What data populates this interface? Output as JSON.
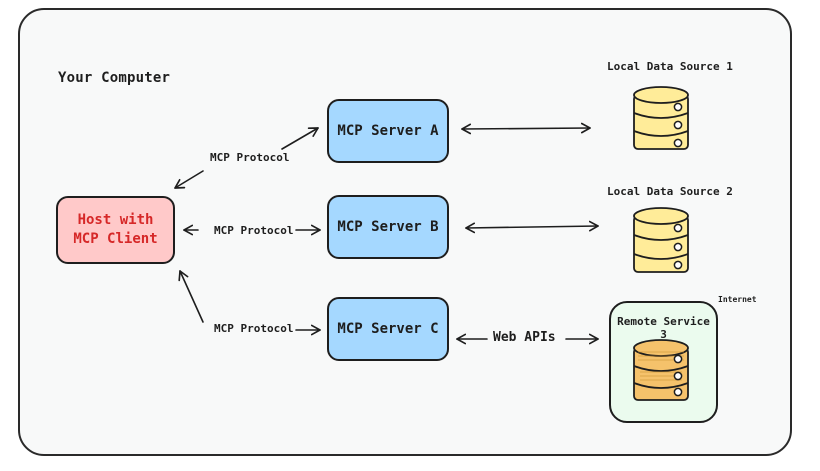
{
  "diagram": {
    "container_label": "Your Computer",
    "host": {
      "line1": "Host with",
      "line2": "MCP Client"
    },
    "servers": [
      {
        "label": "MCP Server A"
      },
      {
        "label": "MCP Server B"
      },
      {
        "label": "MCP Server C"
      }
    ],
    "protocol_labels": [
      "MCP Protocol",
      "MCP Protocol",
      "MCP Protocol"
    ],
    "data_sources": [
      {
        "label": "Local Data Source 1"
      },
      {
        "label": "Local Data Source 2"
      }
    ],
    "remote_service": {
      "label": "Remote Service 3",
      "zone_label": "Internet"
    },
    "web_apis_label": "Web APIs"
  },
  "colors": {
    "host_fill": "#ffc9c9",
    "host_text": "#d62828",
    "server_fill": "#a5d8ff",
    "database_fill": "#ffec99",
    "remote_database_fill": "#f5c26b",
    "remote_fill": "#ebfbee",
    "stroke": "#1e1e1e"
  },
  "icons": {
    "local_data_source": "database-icon",
    "remote_service": "database-icon"
  }
}
